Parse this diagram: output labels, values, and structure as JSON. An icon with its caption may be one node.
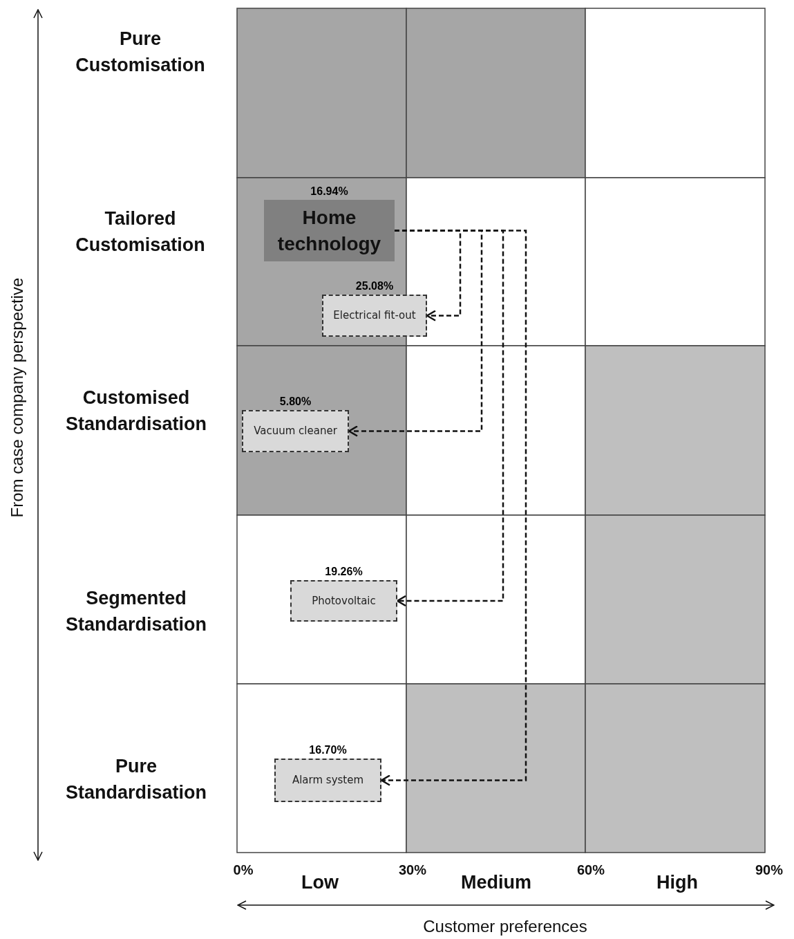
{
  "diagram": {
    "nodes": [
      {
        "text": [
          "16.94%",
          "Home technology"
        ]
      },
      {
        "text": [
          "25.08%",
          "Electrical fit-out"
        ]
      },
      {
        "text": [
          "5.80%",
          "Vacuum cleaner"
        ]
      },
      {
        "text": [
          "19.26%",
          "Photovoltaic"
        ]
      },
      {
        "text": [
          "16.70%",
          "Alarm system"
        ]
      }
    ],
    "edges": [
      {
        "from": 0,
        "to": 1,
        "arrow": "to",
        "style": "dashed"
      },
      {
        "from": 0,
        "to": 2,
        "arrow": "to",
        "style": "dashed"
      },
      {
        "from": 0,
        "to": 3,
        "arrow": "to",
        "style": "dashed"
      },
      {
        "from": 0,
        "to": 4,
        "arrow": "to",
        "style": "dashed"
      }
    ],
    "labels": [
      "From case company perspective",
      "Pure Customisation",
      "Tailored Customisation",
      "Customised Standardisation",
      "Segmented Standardisation",
      "Pure Standardisation",
      "0%",
      "Low",
      "30%",
      "Medium",
      "60%",
      "High",
      "90%",
      "Customer preferences"
    ]
  }
}
